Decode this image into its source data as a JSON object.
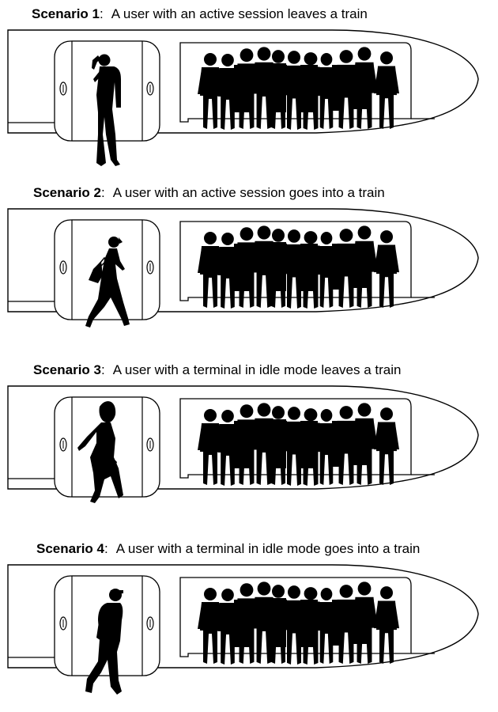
{
  "scenarios": [
    {
      "label": "Scenario 1",
      "text": "A user with an active session leaves a train",
      "person": "man-on-phone-silhouette"
    },
    {
      "label": "Scenario 2",
      "text": "A user with an active session goes into a train",
      "person": "woman-with-bag-silhouette"
    },
    {
      "label": "Scenario 3",
      "text": "A user with a terminal in idle mode leaves a train",
      "person": "woman-walking-silhouette"
    },
    {
      "label": "Scenario 4",
      "text": "A user with a terminal in idle mode goes into a train",
      "person": "man-walking-silhouette"
    }
  ],
  "colors": {
    "stroke": "#000000",
    "fill": "#000000",
    "background": "#ffffff"
  }
}
